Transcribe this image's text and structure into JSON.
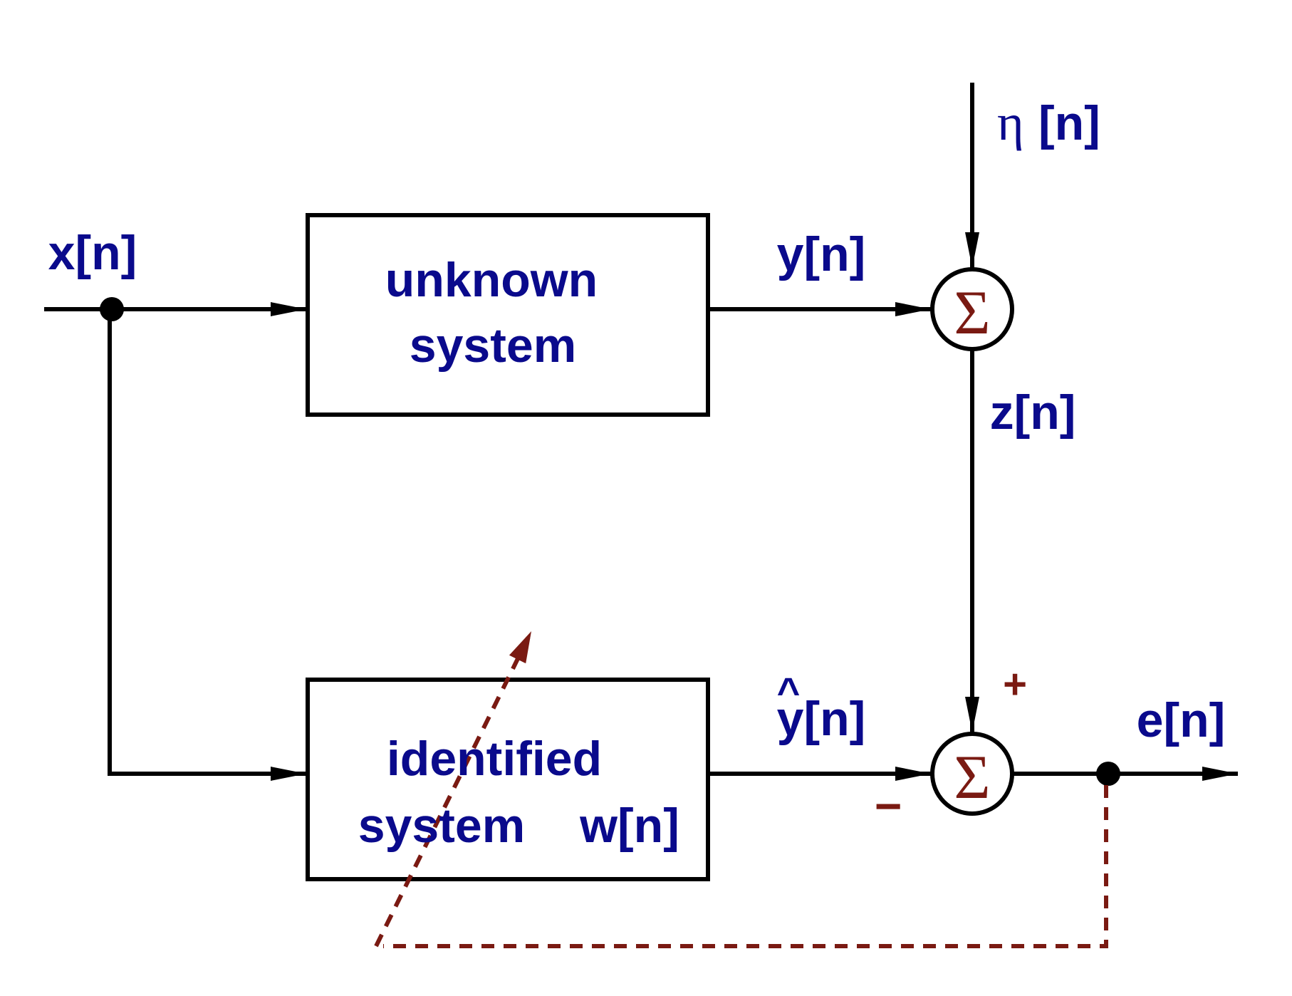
{
  "labels": {
    "input": "x[n]",
    "unknown_line1": "unknown",
    "unknown_line2": "system",
    "output_y": "y[n]",
    "noise_symbol": "η",
    "noise_index": "[n]",
    "sum_symbol": "Σ",
    "z": "z[n]",
    "yhat_hat": "^",
    "yhat": "y[n]",
    "identified_line1": "identified",
    "identified_line2": "system",
    "weights": "w[n]",
    "plus": "+",
    "minus": "−",
    "error": "e[n]"
  },
  "colors": {
    "text": "#0a0a8c",
    "accent": "#7a1a12",
    "line": "#000000"
  }
}
